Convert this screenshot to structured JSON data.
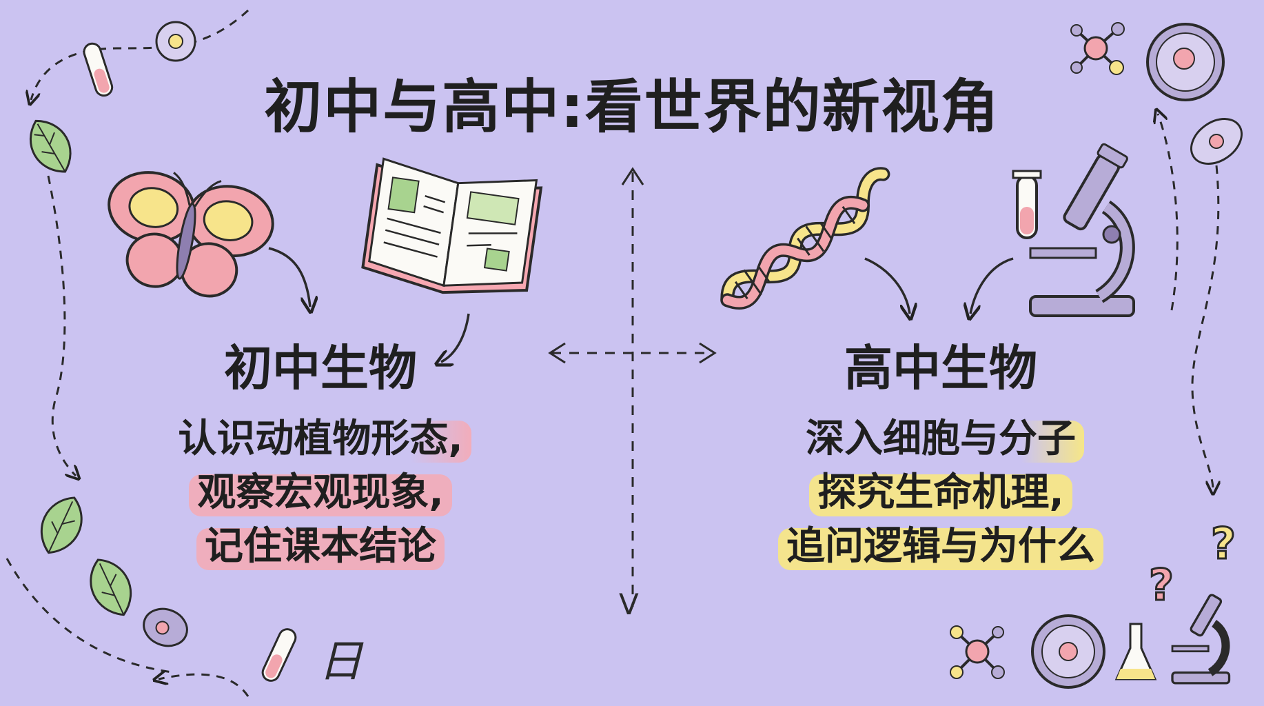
{
  "title": "初中与高中:看世界的新视角",
  "junior": {
    "heading": "初中生物",
    "lines": [
      "认识动植物形态,",
      "观察宏观现象,",
      "记住课本结论"
    ]
  },
  "senior": {
    "heading": "高中生物",
    "lines": [
      "深入细胞与分子",
      "探究生命机理,",
      "追问逻辑与为什么"
    ]
  },
  "center": {
    "bottom_mark": "V"
  },
  "corner_glyph": "日",
  "colors": {
    "background": "#cbc3f1",
    "highlight_pink": "#f6aab4",
    "highlight_yellow": "#f8e882",
    "text": "#1f1f1f"
  },
  "icons": {
    "left": [
      "butterfly-icon",
      "open-book-icon"
    ],
    "right": [
      "dna-icon",
      "test-tube-icon",
      "microscope-icon"
    ],
    "decor": [
      "leaf-icon",
      "cell-icon",
      "molecule-icon",
      "question-mark-icon",
      "flask-icon"
    ]
  }
}
